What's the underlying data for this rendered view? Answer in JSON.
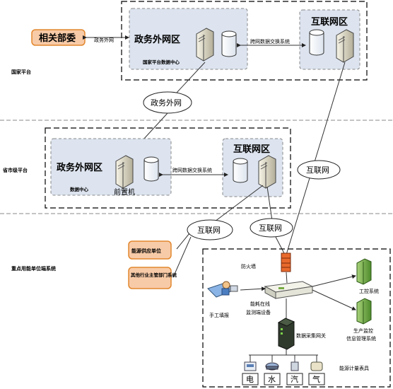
{
  "diagram": {
    "section_labels": {
      "national": "国家平台",
      "provincial": "省市级平台",
      "keypoint": "重点用能单位端系统"
    },
    "national": {
      "gov_zone_label": "政务外网区",
      "data_center_label": "国家平台数据中心",
      "internet_zone_label": "互联网区",
      "exchange_label": "跨网数据交换系统",
      "related_ministries": "相关部委",
      "link_label": "政务外网"
    },
    "cloud_gov": "政务外网",
    "provincial": {
      "gov_zone_label": "政务外网区",
      "data_center_label": "数据中心",
      "frontend_label": "前置机",
      "internet_zone_label": "互联网区",
      "exchange_label": "跨网数据交换系统"
    },
    "cloud_internet_right": "互联网",
    "cloud_internet_left": "互联网",
    "cloud_internet_mid": "互联网",
    "left_boxes": {
      "energy_supply": "能源供应单位",
      "industry_dept": "其他行业主管部门系统"
    },
    "enterprise": {
      "firewall": "防火墙",
      "manual_entry": "手工填报",
      "online_device": "能耗在线监测端设备",
      "industrial_control": "工控系统",
      "production_mgmt": "生产监控信息管理系统",
      "data_gateway": "数据采集网关",
      "meters_label": "能源计量表具",
      "meter_electric": "电",
      "meter_water": "水",
      "meter_steam": "汽",
      "meter_gas": "气"
    },
    "colors": {
      "zone_fill": "#dde4ef",
      "orange_box": "#f8cba8",
      "orange_border": "#e2872e"
    }
  }
}
